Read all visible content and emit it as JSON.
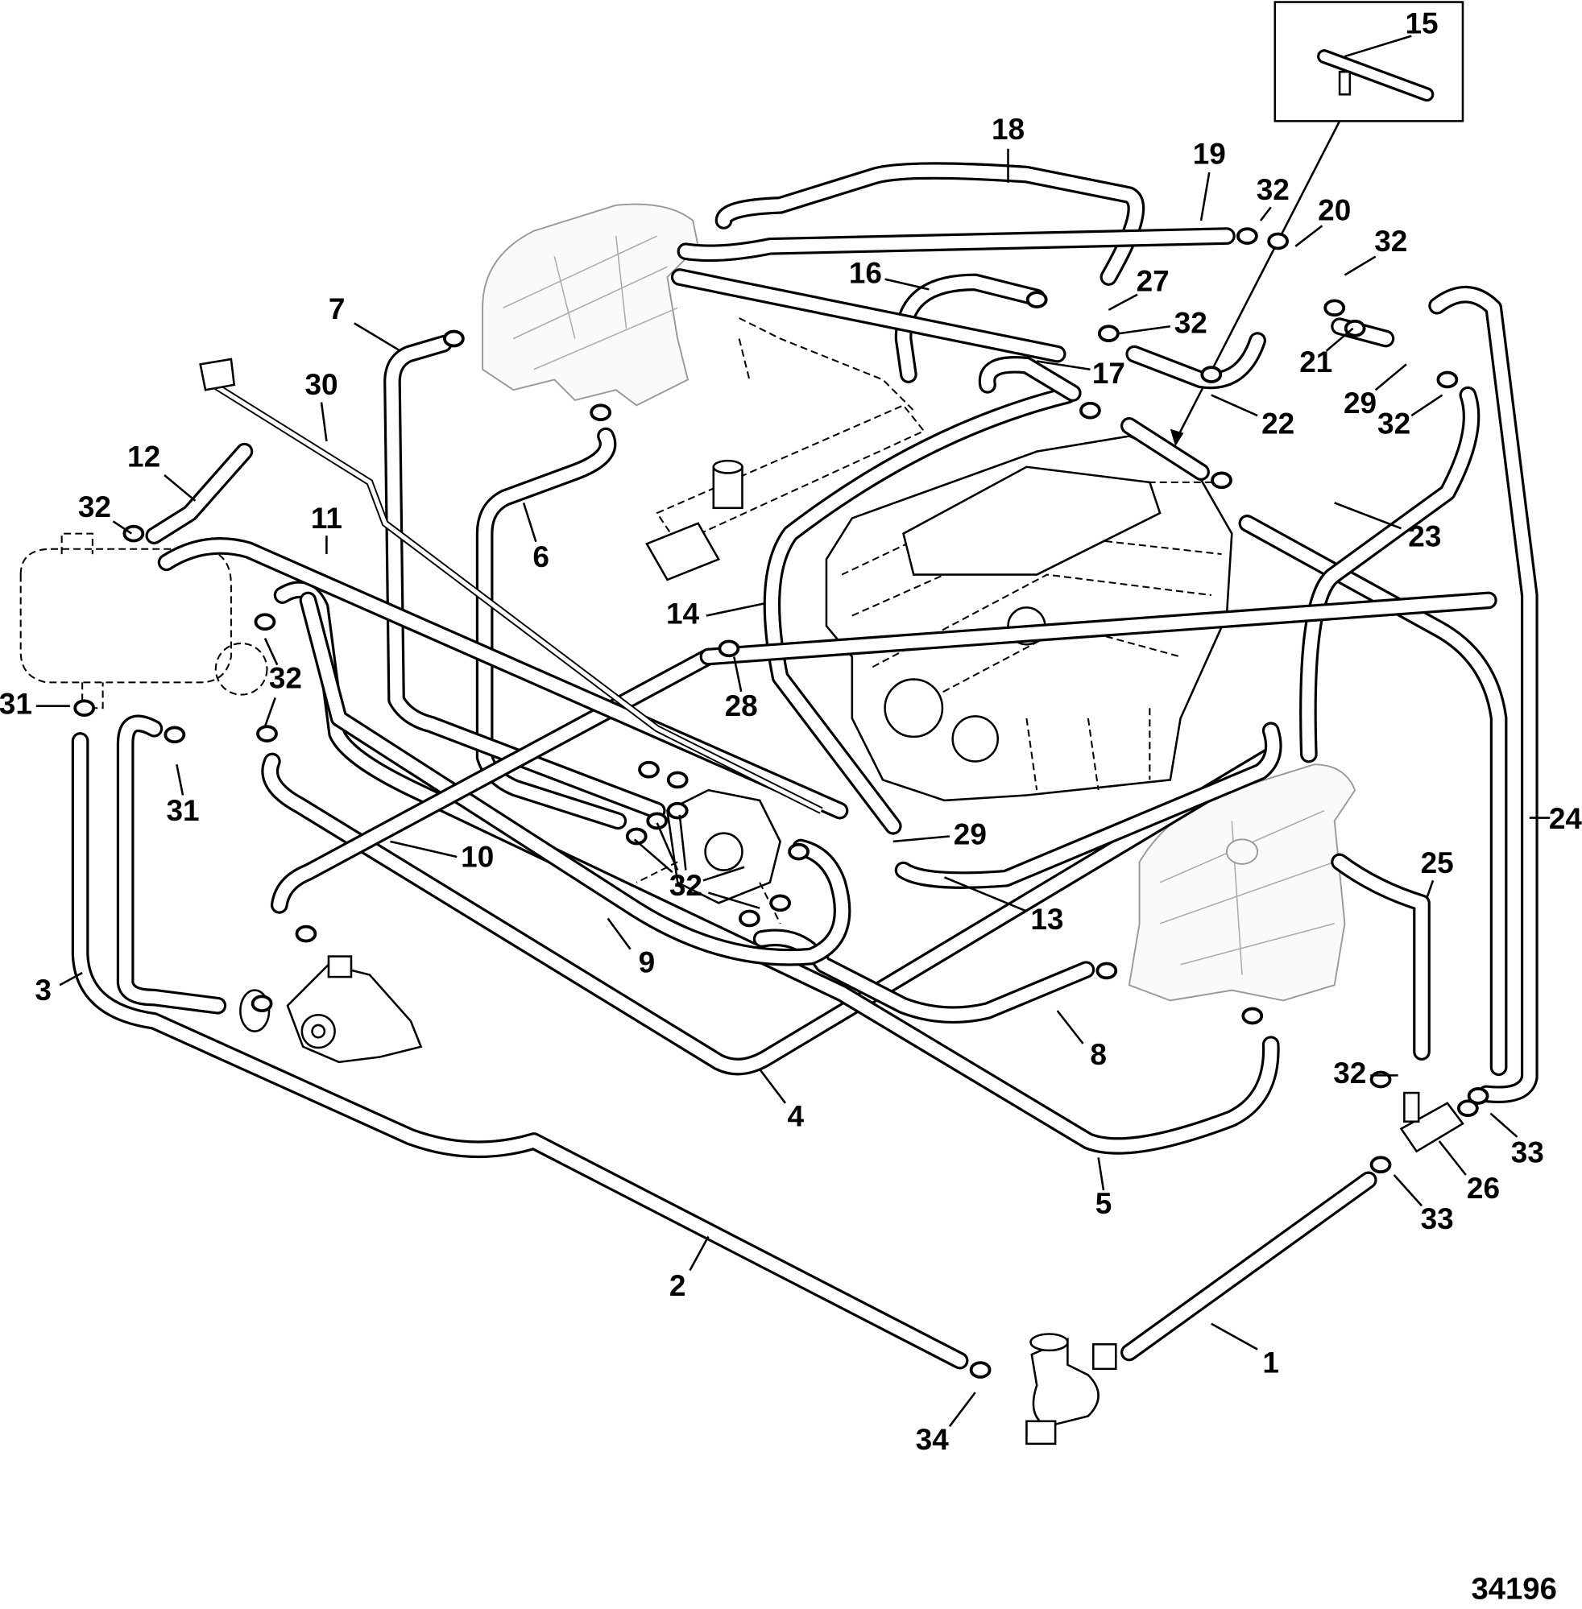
{
  "figure_id": "34196",
  "callouts": [
    {
      "label": "15"
    },
    {
      "label": "18"
    },
    {
      "label": "19"
    },
    {
      "label": "32"
    },
    {
      "label": "20"
    },
    {
      "label": "32"
    },
    {
      "label": "27"
    },
    {
      "label": "32"
    },
    {
      "label": "16"
    },
    {
      "label": "17"
    },
    {
      "label": "21"
    },
    {
      "label": "22"
    },
    {
      "label": "29"
    },
    {
      "label": "32"
    },
    {
      "label": "23"
    },
    {
      "label": "7"
    },
    {
      "label": "30"
    },
    {
      "label": "12"
    },
    {
      "label": "32"
    },
    {
      "label": "11"
    },
    {
      "label": "6"
    },
    {
      "label": "14"
    },
    {
      "label": "28"
    },
    {
      "label": "32"
    },
    {
      "label": "31"
    },
    {
      "label": "31"
    },
    {
      "label": "10"
    },
    {
      "label": "29"
    },
    {
      "label": "32"
    },
    {
      "label": "13"
    },
    {
      "label": "9"
    },
    {
      "label": "24"
    },
    {
      "label": "25"
    },
    {
      "label": "3"
    },
    {
      "label": "8"
    },
    {
      "label": "4"
    },
    {
      "label": "32"
    },
    {
      "label": "33"
    },
    {
      "label": "26"
    },
    {
      "label": "33"
    },
    {
      "label": "5"
    },
    {
      "label": "2"
    },
    {
      "label": "1"
    },
    {
      "label": "34"
    }
  ]
}
